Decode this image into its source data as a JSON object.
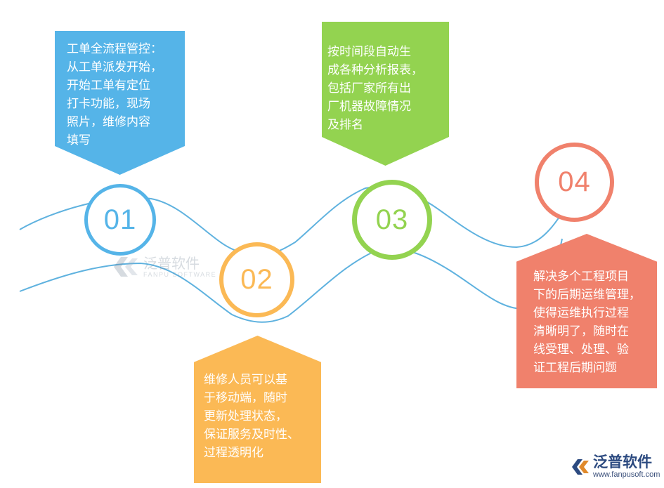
{
  "steps": [
    {
      "number": "01",
      "text": "工单全流程管控：\n从工单派发开始，\n开始工单有定位\n打卡功能，现场\n照片，维修内容\n填写",
      "color": "#55b4e8"
    },
    {
      "number": "02",
      "text": "维修人员可以基\n于移动端，随时\n更新处理状态，\n保证服务及时性、\n过程透明化",
      "color": "#fbb955"
    },
    {
      "number": "03",
      "text": "按时间段自动生\n成各种分析报表，\n包括厂家所有出\n厂机器故障情况\n及排名",
      "color": "#93d350"
    },
    {
      "number": "04",
      "text": "解决多个工程项目\n下的后期运维管理，\n使得运维执行过程\n清晰明了，随时在\n线受理、处理、验\n证工程后期问题",
      "color": "#f0816c"
    }
  ],
  "wave_color": "#5fb2df",
  "watermark": {
    "name": "泛普软件",
    "sub": "FANPU SOFTWARE"
  },
  "logo": {
    "name": "泛普软件",
    "url": "www.fanpusoft.com",
    "icon": "fanpu-logo-icon"
  }
}
